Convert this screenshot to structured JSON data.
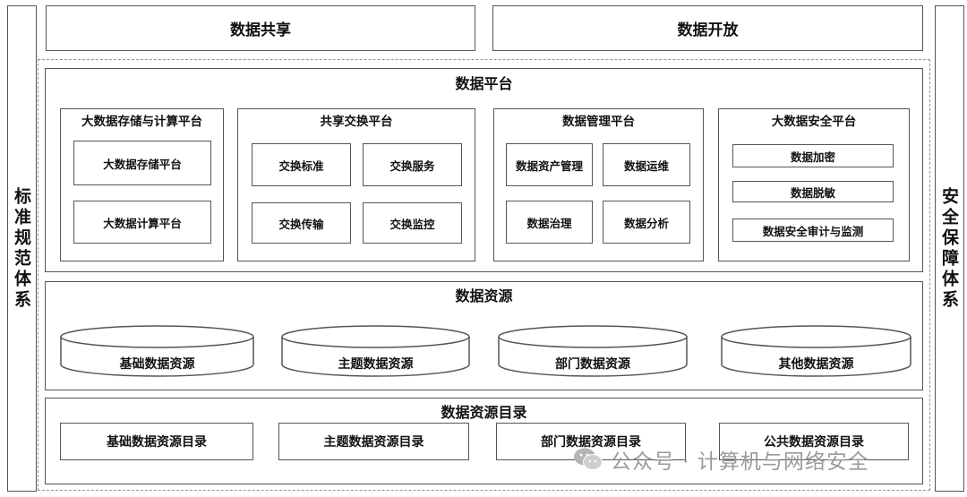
{
  "left_side": "标准规范体系",
  "right_side": "安全保障体系",
  "top": {
    "share": "数据共享",
    "open": "数据开放"
  },
  "platform": {
    "title": "数据平台",
    "storage": {
      "title": "大数据存储与计算平台",
      "items": [
        "大数据存储平台",
        "大数据计算平台"
      ]
    },
    "exchange": {
      "title": "共享交换平台",
      "items": [
        "交换标准",
        "交换服务",
        "交换传输",
        "交换监控"
      ]
    },
    "management": {
      "title": "数据管理平台",
      "items": [
        "数据资产管理",
        "数据运维",
        "数据治理",
        "数据分析"
      ]
    },
    "security": {
      "title": "大数据安全平台",
      "items": [
        "数据加密",
        "数据脱敏",
        "数据安全审计与监测"
      ]
    }
  },
  "resources": {
    "title": "数据资源",
    "items": [
      "基础数据资源",
      "主题数据资源",
      "部门数据资源",
      "其他数据资源"
    ]
  },
  "catalog": {
    "title": "数据资源目录",
    "items": [
      "基础数据资源目录",
      "主题数据资源目录",
      "部门数据资源目录",
      "公共数据资源目录"
    ]
  },
  "watermark": {
    "text": "公众号 · 计算机与网络安全",
    "icon": "wechat-icon"
  }
}
